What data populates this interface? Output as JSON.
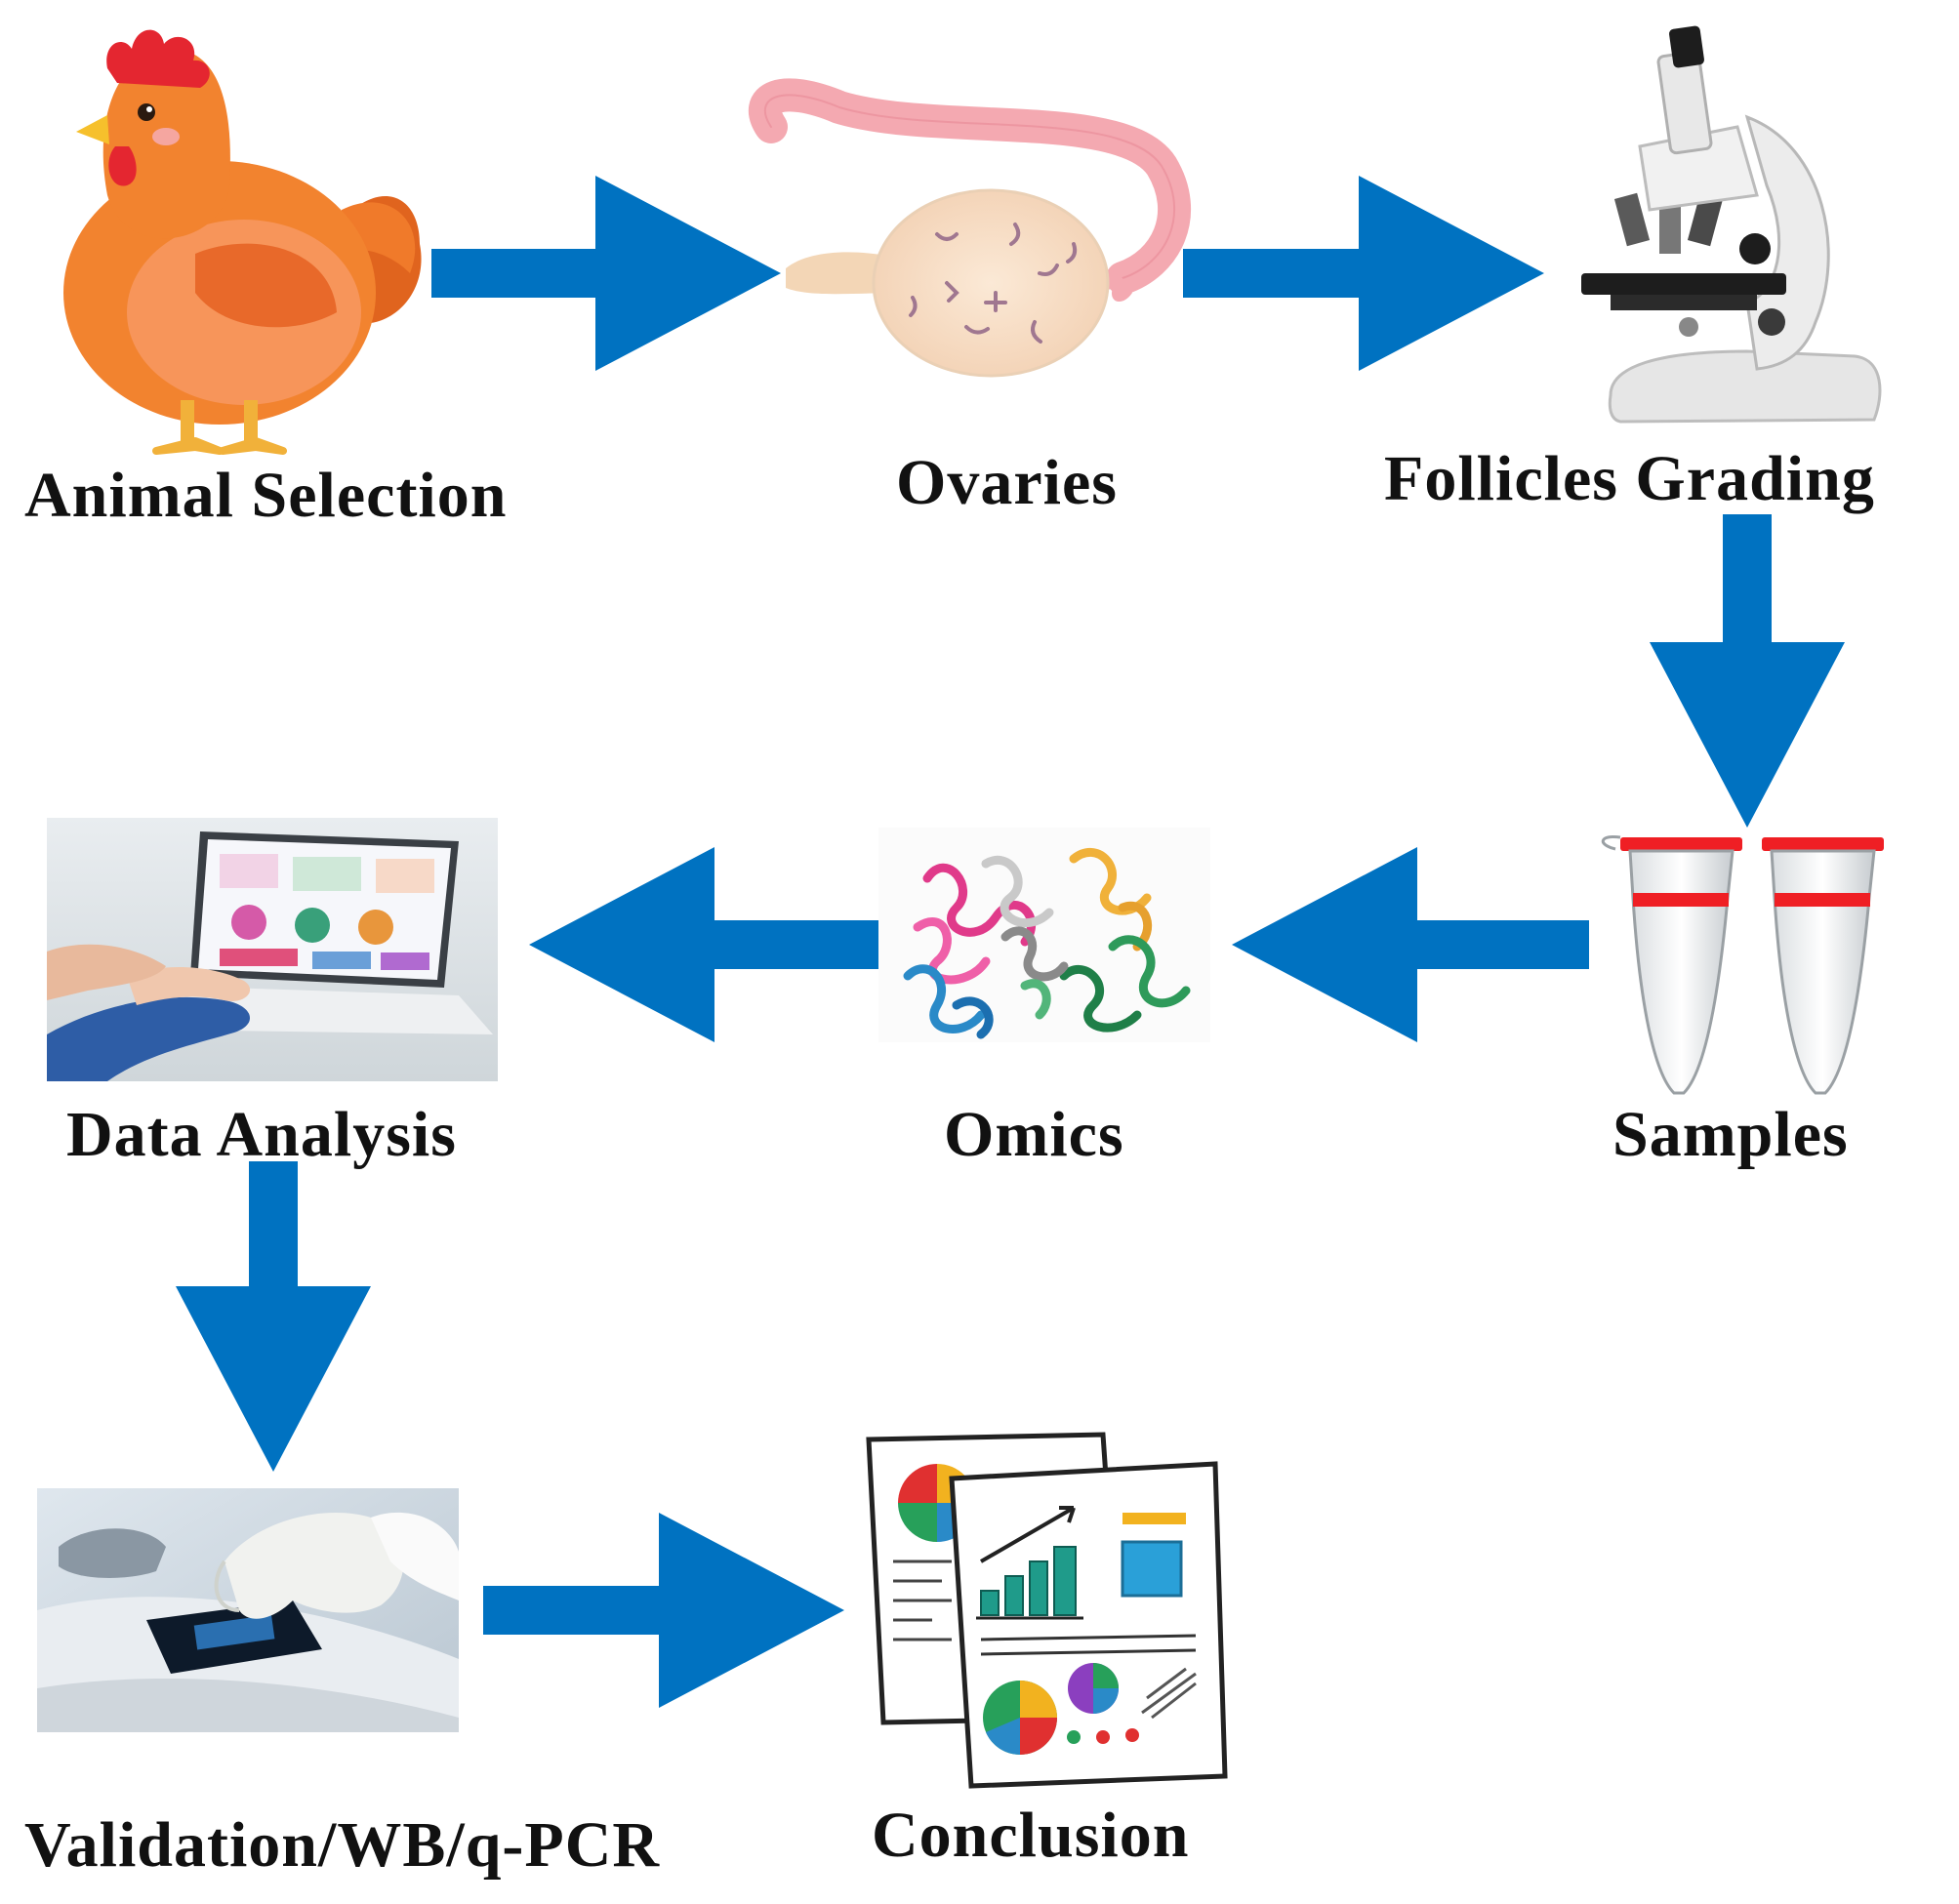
{
  "colors": {
    "arrow": "#0072c1",
    "text": "#111111",
    "tube_cap": "#ef1f24"
  },
  "steps": [
    {
      "id": "animal_selection",
      "label": "Animal Selection",
      "icon": "hen-icon"
    },
    {
      "id": "ovaries",
      "label": "Ovaries",
      "icon": "ovary-icon"
    },
    {
      "id": "follicles_grading",
      "label": "Follicles Grading",
      "icon": "microscope-icon"
    },
    {
      "id": "samples",
      "label": "Samples",
      "icon": "sample-tubes-icon"
    },
    {
      "id": "omics",
      "label": "Omics",
      "icon": "protein-structure-icon"
    },
    {
      "id": "data_analysis",
      "label": "Data Analysis",
      "icon": "laptop-analysis-icon"
    },
    {
      "id": "validation",
      "label": "Validation/WB/q-PCR",
      "icon": "lab-instrument-icon"
    },
    {
      "id": "conclusion",
      "label": "Conclusion",
      "icon": "report-documents-icon"
    }
  ],
  "flow": [
    [
      "animal_selection",
      "ovaries"
    ],
    [
      "ovaries",
      "follicles_grading"
    ],
    [
      "follicles_grading",
      "samples"
    ],
    [
      "samples",
      "omics"
    ],
    [
      "omics",
      "data_analysis"
    ],
    [
      "data_analysis",
      "validation"
    ],
    [
      "validation",
      "conclusion"
    ]
  ]
}
